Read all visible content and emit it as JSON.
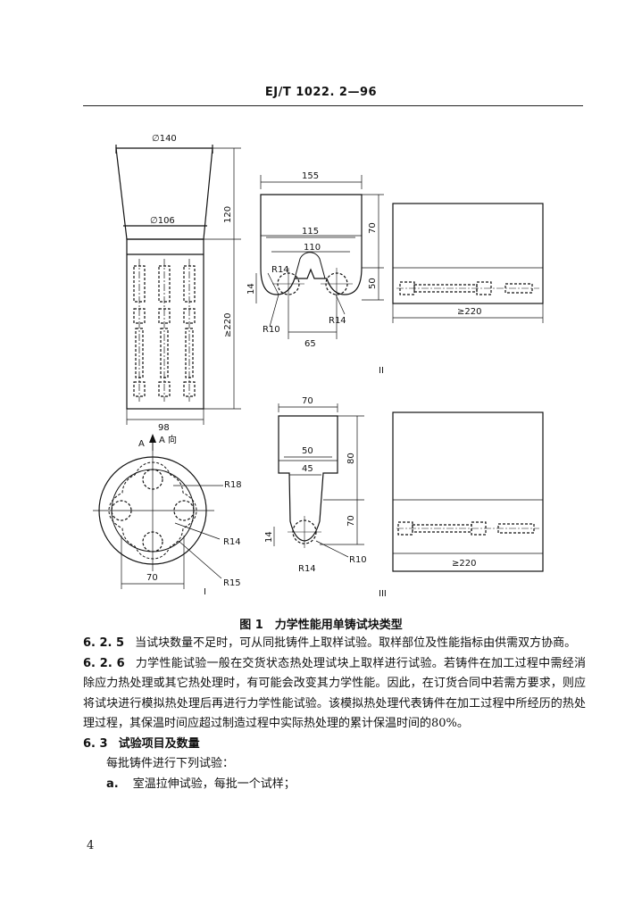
{
  "header": {
    "code": "EJ/T 1022. 2—96"
  },
  "figure": {
    "caption": "图 1　力学性能用单铸试块类型",
    "labels": {
      "diam_top": "∅140",
      "diam_mid": "∅106",
      "h120": "120",
      "ge220_v": "≥220",
      "w98": "98",
      "w155": "155",
      "w115": "115",
      "w110": "110",
      "h70a": "70",
      "h50": "50",
      "r14a": "R14",
      "r14b": "R14",
      "r10a": "R10",
      "h14a": "14",
      "w65": "65",
      "ge220_a": "≥220",
      "w70_top": "70",
      "w50": "50",
      "w45": "45",
      "h80": "80",
      "h70b": "70",
      "h14b": "14",
      "r14c": "R14",
      "r10b": "R10",
      "ge220_b": "≥220",
      "a_view": "A",
      "a_dir": "A 向",
      "r18": "R18",
      "r14d": "R14",
      "r15": "R15",
      "w70_bot": "70",
      "roman1": "I",
      "roman2": "II",
      "roman3": "III"
    }
  },
  "body": {
    "p625_num": "6. 2. 5",
    "p625_text": "当试块数量不足时，可从同批铸件上取样试验。取样部位及性能指标由供需双方协商。",
    "p626_num": "6. 2. 6",
    "p626_text": "力学性能试验一般在交货状态热处理试块上取样进行试验。若铸件在加工过程中需经消除应力热处理或其它热处理时，有可能会改变其力学性能。因此，在订货合同中若需方要求，则应将试块进行模拟热处理后再进行力学性能试验。该模拟热处理代表铸件在加工过程中所经历的热处理过程，其保温时间应超过制造过程中实际热处理的累计保温时间的80%。",
    "p63_num": "6. 3",
    "p63_title": "试验项目及数量",
    "p63_intro": "每批铸件进行下列试验：",
    "item_a_label": "a.",
    "item_a_text": "室温拉伸试验，每批一个试样；"
  },
  "page_number": "4"
}
